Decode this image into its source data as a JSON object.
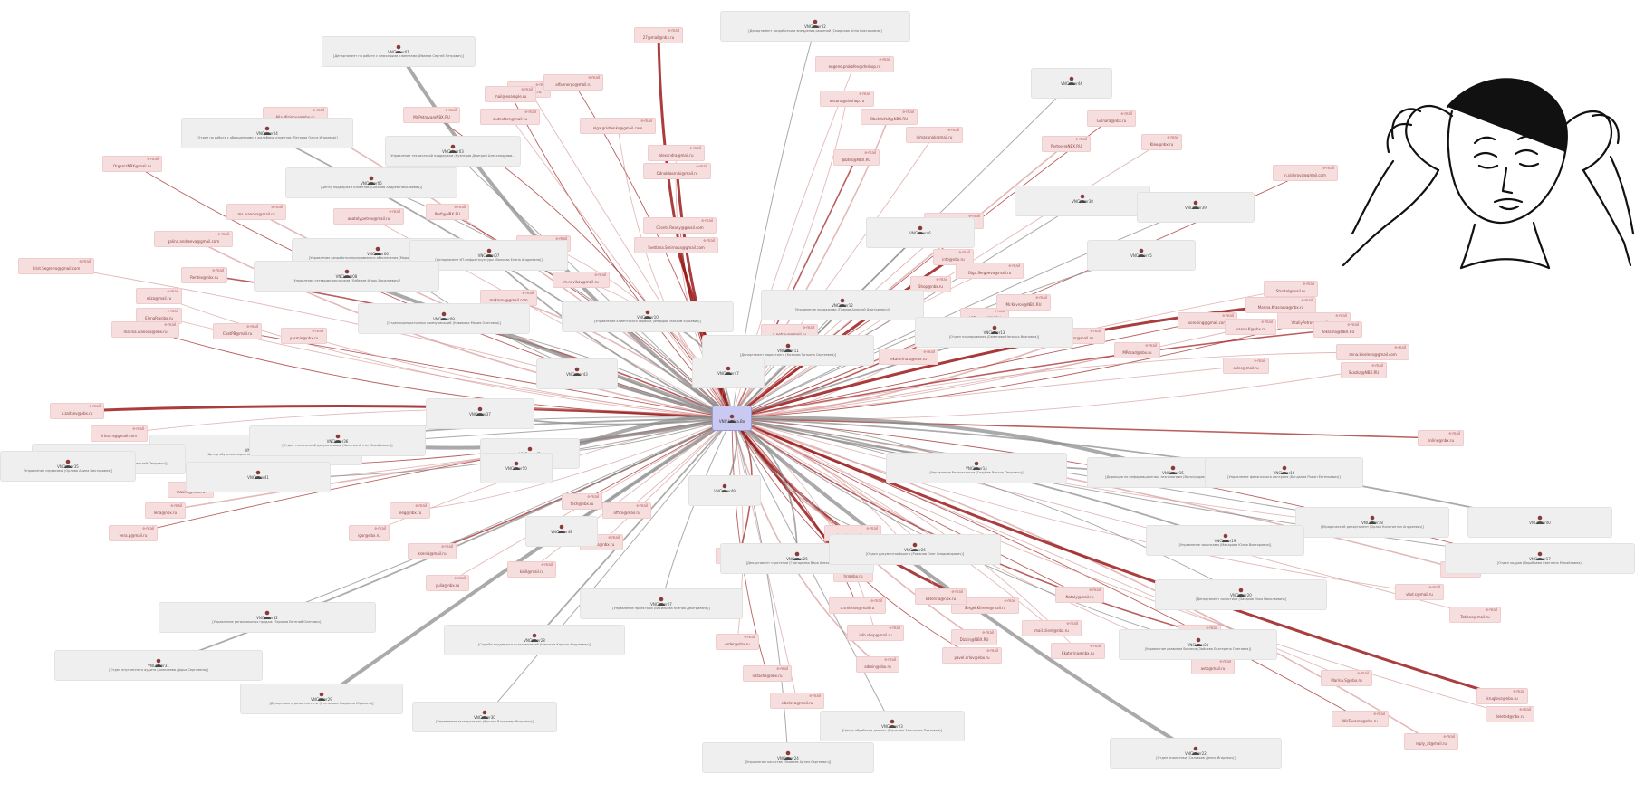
{
  "colors": {
    "email_fill": "#f6dede",
    "user_fill": "#efefef",
    "center_fill": "#c9c9f2",
    "edge_red": "#9b1b1b",
    "edge_pink": "#d79a9a",
    "edge_gray": "#8e8e8e"
  },
  "graph": {
    "center": {
      "name": "VNC\\Larisa.Bo",
      "icon": "user-icon"
    },
    "email_tag": "e-mail",
    "emails": [
      "27@mail@nbx.ru",
      "eugene.prokofev@dnshop.ru",
      "nata@mail.ru",
      "alfaenergo@mail.ru",
      "Obshdefolt@NBX.RU",
      "olga.grishenko@gmail.com",
      "mail@example.ru",
      "ciutestore@mail.ru",
      "Alla.Mizinova@nbx.ru",
      "Mr.Petrova@NBX.RU",
      "alexandra@mail.ru",
      "Odnoklassniki@mail.ru",
      "Jobtes@NBX.RU",
      "dimasunok@mail.ru",
      "oksana@dnshop.ru",
      "OrganizNBX@mail.ru",
      "ms.ivanova@mail.ru",
      "anatoly.petrov@mail.ru",
      "Profi@NBX.RU",
      "fotosumok@nbx.ru",
      "galina.andreeva@gmail.com",
      "Clients.Ready@gmail.com",
      "Svetlana.Smirnova@gmail.com",
      "Crist.Segrerro@gmail.com",
      "Rentex@nbx.ru",
      "eliza@mail.ru",
      "ElenaR@nbx.ru",
      "ChatPB@mail.ru",
      "makarov@gmail.com",
      "m.novikov@mail.ru",
      "marina.ivanova@nbx.ru",
      "yasmin@nbx.ru",
      "a.petrova@mail.ru",
      "info@nbx.ru",
      "Olga.Sergeeva@mail.ru",
      "ekaterina.b@nbx.ru",
      "ABTovar@NBX.RU",
      "Mr.Kovrov@NBX.RU",
      "nadezhda@gmail.com",
      "Shop@nbx.ru",
      "director@mail.ru",
      "MPosad@nbx.ru",
      "voroning@gmail.com",
      "Stroitel@mail.ru",
      "Marina.Krasnova@nbx.ru",
      "VitaliyPetrov@gmail.com",
      "Ivanov.K@nbx.ru",
      "sales@mail.ru",
      "Reklama@NBX.RU",
      "anna.kiseleva@gmail.com",
      "Skazka@NBX.RU",
      "n.sidorova@gmail.com",
      "Partner@NBX.RU",
      "Kleo@nbx.ru",
      "Gulnara@nbx.ru",
      "Sergei.Klimov@mail.ru",
      "Dizain@NBX.RU",
      "Nataly@mail.ru",
      "mail.client@nbx.ru",
      "Ekaterina@nbx.ru",
      "Roman@nbx.ru",
      "avto@mail.ru",
      "Marina.S@nbx.ru",
      "MirTovarov@nbx.ru",
      "reply_at@mail.ru",
      "deleted@nbx.ru",
      "kruglova@nbx.ru",
      "Tatiana@mail.ru",
      "sbyt@nbx.ru",
      "marketing@nbx.ru",
      "vlad.s@mail.ru",
      "support@nbx.ru",
      "online@nbx.ru",
      "alina.sel@nbx.ru",
      "katerina@nbx.ru",
      "pavel.orlov@nbx.ru",
      "elena.k@gmail.com",
      "hr@nbx.ru",
      "o.smirnov@mail.ru",
      "info.shop@mail.ru",
      "admin@nbx.ru",
      "natasha@nbx.ru",
      "s.belova@mail.ru",
      "order@nbx.ru",
      "denis@mail.ru",
      "zakaz@nbx.ru",
      "office@mail.ru",
      "tech@nbx.ru",
      "a.zaitsev@nbx.ru",
      "irina.m@gmail.com",
      "boris@nbx.ru",
      "maxim@mail.ru",
      "lena@nbx.ru",
      "vera.p@mail.ru",
      "igor@nbx.ru",
      "oleg@nbx.ru",
      "ksenia@mail.ru",
      "yulia@nbx.ru",
      "kirill@mail.ru",
      "svetlana@nbx.ru"
    ],
    "users": [
      {
        "name": "VNC\\user01",
        "desc": "[Департамент по работе с ключевыми клиентами (Иванов Сергей Петрович)]"
      },
      {
        "name": "VNC\\user02",
        "desc": "[Департамент разработки и внедрения решений (Смирнова Анна Викторовна)]"
      },
      {
        "name": "VNC\\user03",
        "desc": "[Управление технической поддержки (Кузнецов Дмитрий Александрович)]"
      },
      {
        "name": "VNC\\user04",
        "desc": "[Отдел по работе с обращениями и жалобами клиентов (Петрова Ольга Игоревна)]"
      },
      {
        "name": "VNC\\user05",
        "desc": "[Центр поддержки клиентов (Соколов Андрей Николаевич)]"
      },
      {
        "name": "VNC\\user06",
        "desc": "[Управление разработки программного обеспечения (Морозов Павел Сергеевич)]"
      },
      {
        "name": "VNC\\user07",
        "desc": "[Департамент ИТ-инфраструктуры (Волкова Елена Андреевна)]"
      },
      {
        "name": "VNC\\user08",
        "desc": "[Управление сетевыми ресурсами (Лебедев Игорь Васильевич)]"
      },
      {
        "name": "VNC\\user09",
        "desc": "[Отдел корпоративных коммуникаций (Новикова Мария Олеговна)]"
      },
      {
        "name": "VNC\\user10",
        "desc": "[Управление клиентского сервиса (Федоров Максим Юрьевич)]"
      },
      {
        "name": "VNC\\user11",
        "desc": "[Департамент маркетинга (Козлова Татьяна Сергеевна)]"
      },
      {
        "name": "VNC\\user12",
        "desc": "[Управление продажами (Павлов Алексей Дмитриевич)]"
      },
      {
        "name": "VNC\\user13",
        "desc": "[Отдел планирования (Семенова Наталья Ивановна)]"
      },
      {
        "name": "VNC\\user14",
        "desc": "[Управление безопасности (Голубев Виктор Петрович)]"
      },
      {
        "name": "VNC\\user15",
        "desc": "[Дирекция по информационным технологиям (Виноградова Ирина Алексеевна)]"
      },
      {
        "name": "VNC\\user16",
        "desc": "[Управление финансового контроля (Богданов Роман Евгеньевич)]"
      },
      {
        "name": "VNC\\user17",
        "desc": "[Отдел кадров (Воробьева Светлана Михайловна)]"
      },
      {
        "name": "VNC\\user18",
        "desc": "[Юридический департамент (Орлов Константин Андреевич)]"
      },
      {
        "name": "VNC\\user19",
        "desc": "[Управление закупками (Макарова Юлия Викторовна)]"
      },
      {
        "name": "VNC\\user20",
        "desc": "[Департамент логистики (Захаров Илья Николаевич)]"
      },
      {
        "name": "VNC\\user21",
        "desc": "[Управление развития бизнеса (Зайцева Екатерина Олеговна)]"
      },
      {
        "name": "VNC\\user22",
        "desc": "[Отдел аналитики (Соловьев Денис Игоревич)]"
      },
      {
        "name": "VNC\\user23",
        "desc": "[Центр обработки данных (Борисова Анастасия Павловна)]"
      },
      {
        "name": "VNC\\user24",
        "desc": "[Управление качества (Яковлев Артем Сергеевич)]"
      },
      {
        "name": "VNC\\user25",
        "desc": "[Департамент стратегии (Григорьева Вера Александровна)]"
      },
      {
        "name": "VNC\\user26",
        "desc": "[Отдел документооборота (Романов Олег Владимирович)]"
      },
      {
        "name": "VNC\\user27",
        "desc": "[Управление проектами (Васильева Ксения Дмитриевна)]"
      },
      {
        "name": "VNC\\user28",
        "desc": "[Служба поддержки пользователей (Никитин Кирилл Андреевич)]"
      },
      {
        "name": "VNC\\user29",
        "desc": "[Департамент развития сети (Степанова Людмила Юрьевна)]"
      },
      {
        "name": "VNC\\user30",
        "desc": "[Управление эксплуатации (Фролов Владимир Игоревич)]"
      },
      {
        "name": "VNC\\user31",
        "desc": "[Отдел внутреннего аудита (Алексеева Дарья Сергеевна)]"
      },
      {
        "name": "VNC\\user32",
        "desc": "[Управление региональных продаж (Тарасов Евгений Олегович)]"
      },
      {
        "name": "VNC\\user33",
        "desc": "[Центр обучения персонала (Белова Полина Николаевна)]"
      },
      {
        "name": "VNC\\user34",
        "desc": "[Департамент по работе с партнерами (Комаров Николай Петрович)]"
      },
      {
        "name": "VNC\\user35",
        "desc": "[Управление сервисами (Орлова Алина Викторовна)]"
      },
      {
        "name": "VNC\\user36",
        "desc": "[Отдел технической документации (Киселев Антон Михайлович)]"
      },
      {
        "name": "VNC\\user37",
        "desc": ""
      },
      {
        "name": "VNC\\user38",
        "desc": ""
      },
      {
        "name": "VNC\\user39",
        "desc": ""
      },
      {
        "name": "VNC\\user40",
        "desc": ""
      },
      {
        "name": "VNC\\user41",
        "desc": ""
      },
      {
        "name": "VNC\\user42",
        "desc": ""
      },
      {
        "name": "VNC\\user43",
        "desc": ""
      },
      {
        "name": "VNC\\user44",
        "desc": ""
      },
      {
        "name": "VNC\\user45",
        "desc": ""
      },
      {
        "name": "VNC\\user46",
        "desc": ""
      },
      {
        "name": "VNC\\user47",
        "desc": ""
      },
      {
        "name": "VNC\\user48",
        "desc": ""
      },
      {
        "name": "VNC\\user49",
        "desc": ""
      },
      {
        "name": "VNC\\user50",
        "desc": ""
      }
    ]
  },
  "meme": {
    "icon": "confused-face-meme"
  }
}
